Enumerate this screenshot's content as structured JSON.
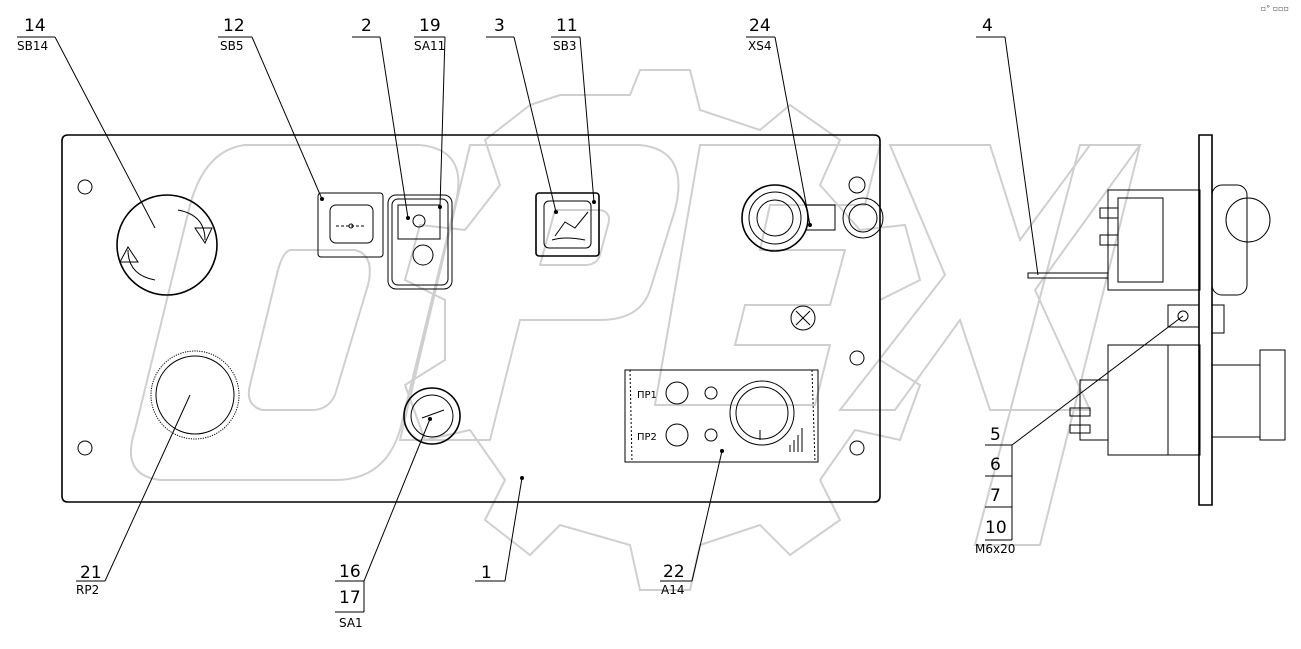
{
  "corner_mark": "▫° ▫▫▫",
  "watermark": "OPEX",
  "callouts": {
    "c14": {
      "number": "14",
      "code": "SB14"
    },
    "c12": {
      "number": "12",
      "code": "SB5"
    },
    "c2": {
      "number": "2"
    },
    "c19": {
      "number": "19",
      "code": "SA11"
    },
    "c3": {
      "number": "3"
    },
    "c11": {
      "number": "11",
      "code": "SB3"
    },
    "c24": {
      "number": "24",
      "code": "XS4"
    },
    "c4": {
      "number": "4"
    },
    "c21": {
      "number": "21",
      "code": "RP2"
    },
    "c16": {
      "number": "16"
    },
    "c17": {
      "number": "17",
      "code": "SA1"
    },
    "c1": {
      "number": "1"
    },
    "c22": {
      "number": "22",
      "code": "A14"
    },
    "stack": {
      "n5": "5",
      "n6": "6",
      "n7": "7",
      "n10": "10",
      "code": "M6x20"
    }
  },
  "fuse_labels": {
    "pr1": "ПР1",
    "pr2": "ПР2"
  }
}
